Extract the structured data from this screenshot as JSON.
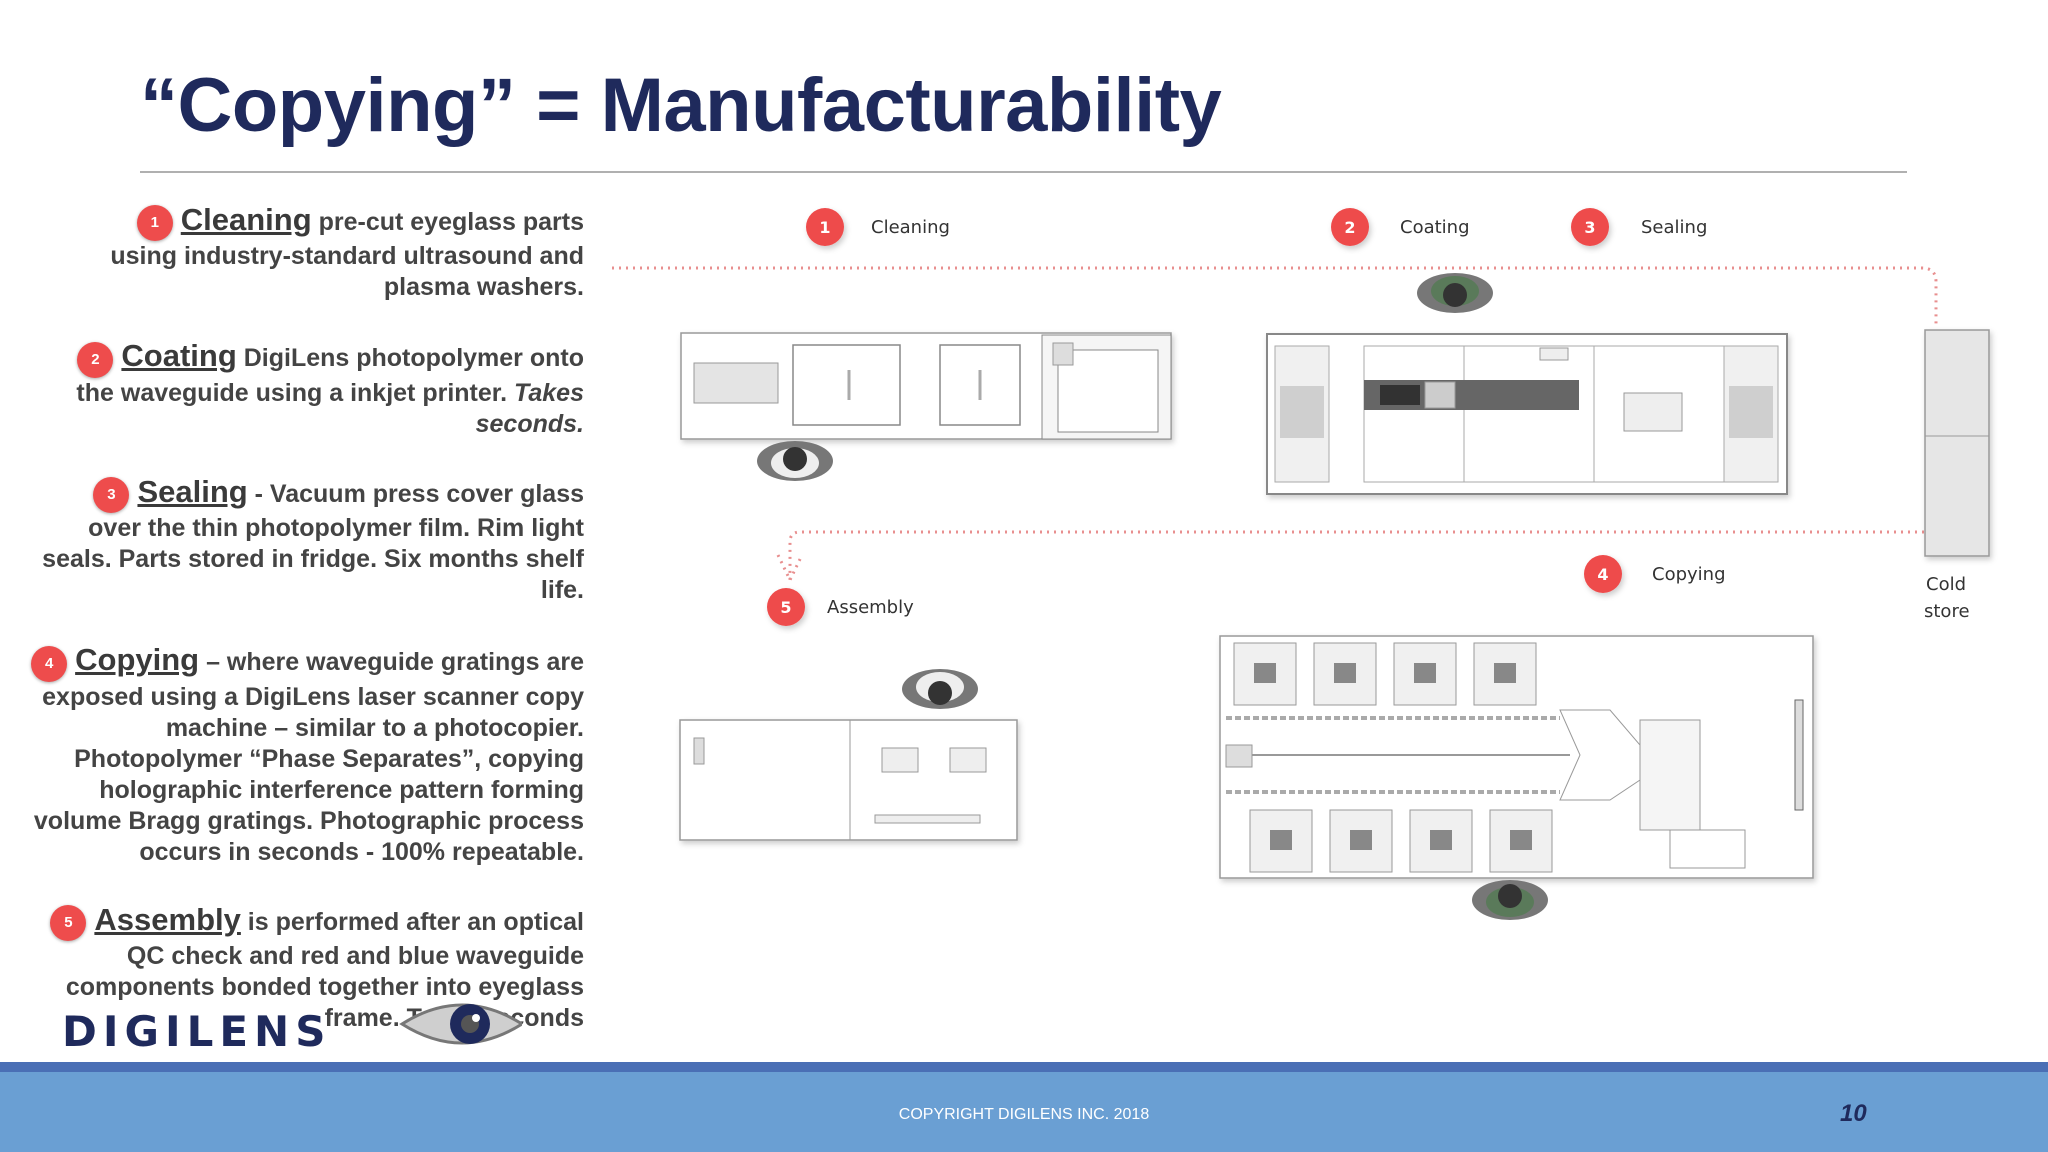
{
  "slide": {
    "title": "“Copying” = Manufacturability",
    "footer_copyright": "COPYRIGHT DIGILENS INC. 2018",
    "page_number": "10",
    "logo_text": "DIGILENS"
  },
  "steps": [
    {
      "number": "1",
      "heading": "Cleaning",
      "body": " pre-cut eyeglass parts using industry-standard ultrasound and plasma washers.",
      "italic": ""
    },
    {
      "number": "2",
      "heading": "Coating",
      "body": " DigiLens photopolymer onto the waveguide using a inkjet printer. ",
      "italic": "Takes seconds."
    },
    {
      "number": "3",
      "heading": "Sealing",
      "body": " - Vacuum press cover glass over the thin photopolymer film. Rim light seals. Parts stored in fridge. Six months shelf life.",
      "italic": ""
    },
    {
      "number": "4",
      "heading": "Copying",
      "body": " – where waveguide gratings are exposed using a DigiLens laser scanner copy machine – similar to a photocopier. Photopolymer “Phase Separates”, copying holographic interference pattern forming volume Bragg gratings. Photographic process occurs in seconds - 100% repeatable.",
      "italic": ""
    },
    {
      "number": "5",
      "heading": "Assembly",
      "body": " is performed after an optical QC check and red and blue waveguide components bonded together into eyeglass frame. Takes seconds",
      "italic": ""
    }
  ],
  "diagram": {
    "stations": [
      {
        "number": "1",
        "label": "Cleaning"
      },
      {
        "number": "2",
        "label": "Coating"
      },
      {
        "number": "3",
        "label": "Sealing"
      },
      {
        "number": "4",
        "label": "Copying"
      },
      {
        "number": "5",
        "label": "Assembly"
      }
    ],
    "cold_store_line1": "Cold",
    "cold_store_line2": "store"
  },
  "colors": {
    "title": "#1f2a5c",
    "badge": "#ee4c4c",
    "footer": "#6a9fd3",
    "footer_stripe": "#4a6fb5",
    "path_dots": "#e88f8f"
  }
}
